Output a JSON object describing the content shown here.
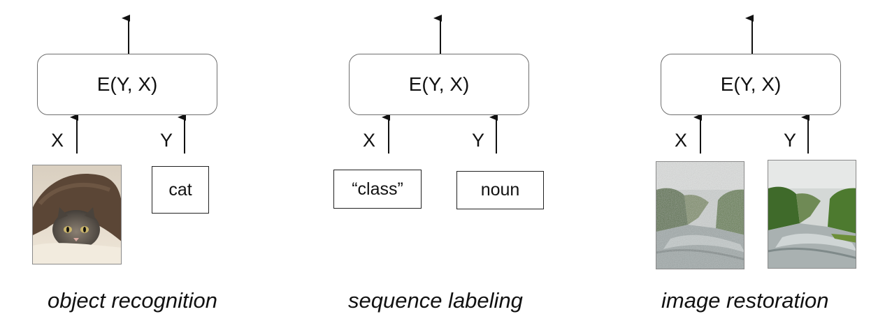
{
  "panels": [
    {
      "energy_label": "E(Y, X)",
      "x_label": "X",
      "y_label": "Y",
      "x_input": {
        "kind": "image",
        "subject": "cat under blanket"
      },
      "y_output": {
        "kind": "text",
        "text": "cat"
      },
      "caption": "object recognition"
    },
    {
      "energy_label": "E(Y, X)",
      "x_label": "X",
      "y_label": "Y",
      "x_input": {
        "kind": "text",
        "text": "“class”"
      },
      "y_output": {
        "kind": "text",
        "text": "noun"
      },
      "caption": "sequence labeling"
    },
    {
      "energy_label": "E(Y, X)",
      "x_label": "X",
      "y_label": "Y",
      "x_input": {
        "kind": "image",
        "subject": "noisy canyon river"
      },
      "y_output": {
        "kind": "image",
        "subject": "clean canyon river"
      },
      "caption": "image restoration"
    }
  ],
  "colors": {
    "box_border": "#6f6f6f",
    "arrow": "#111111",
    "background": "#ffffff"
  }
}
